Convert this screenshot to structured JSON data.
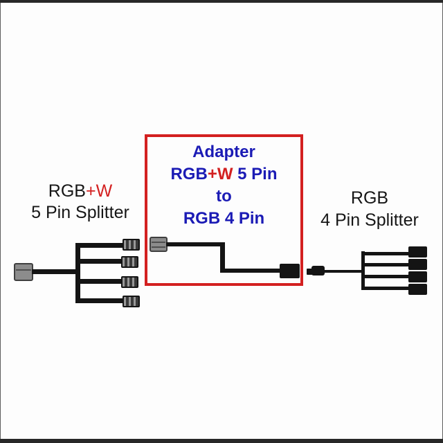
{
  "colors": {
    "bg": "#fdfdfd",
    "frame": "#282828",
    "ink": "#161616",
    "red": "#d32020",
    "blue": "#1b1bb5",
    "wire": "#141414",
    "gray": "#8c8c8c"
  },
  "left_splitter": {
    "label_rgb": "RGB",
    "label_w": "+W",
    "label_line2": "5 Pin Splitter"
  },
  "adapter_box": {
    "line1": "Adapter",
    "line2_rgb": "RGB",
    "line2_w": "+W",
    "line2_rest": " 5 Pin",
    "line3": "to",
    "line4": "RGB 4 Pin"
  },
  "right_splitter": {
    "label_line1": "RGB",
    "label_line2": "4 Pin Splitter"
  }
}
